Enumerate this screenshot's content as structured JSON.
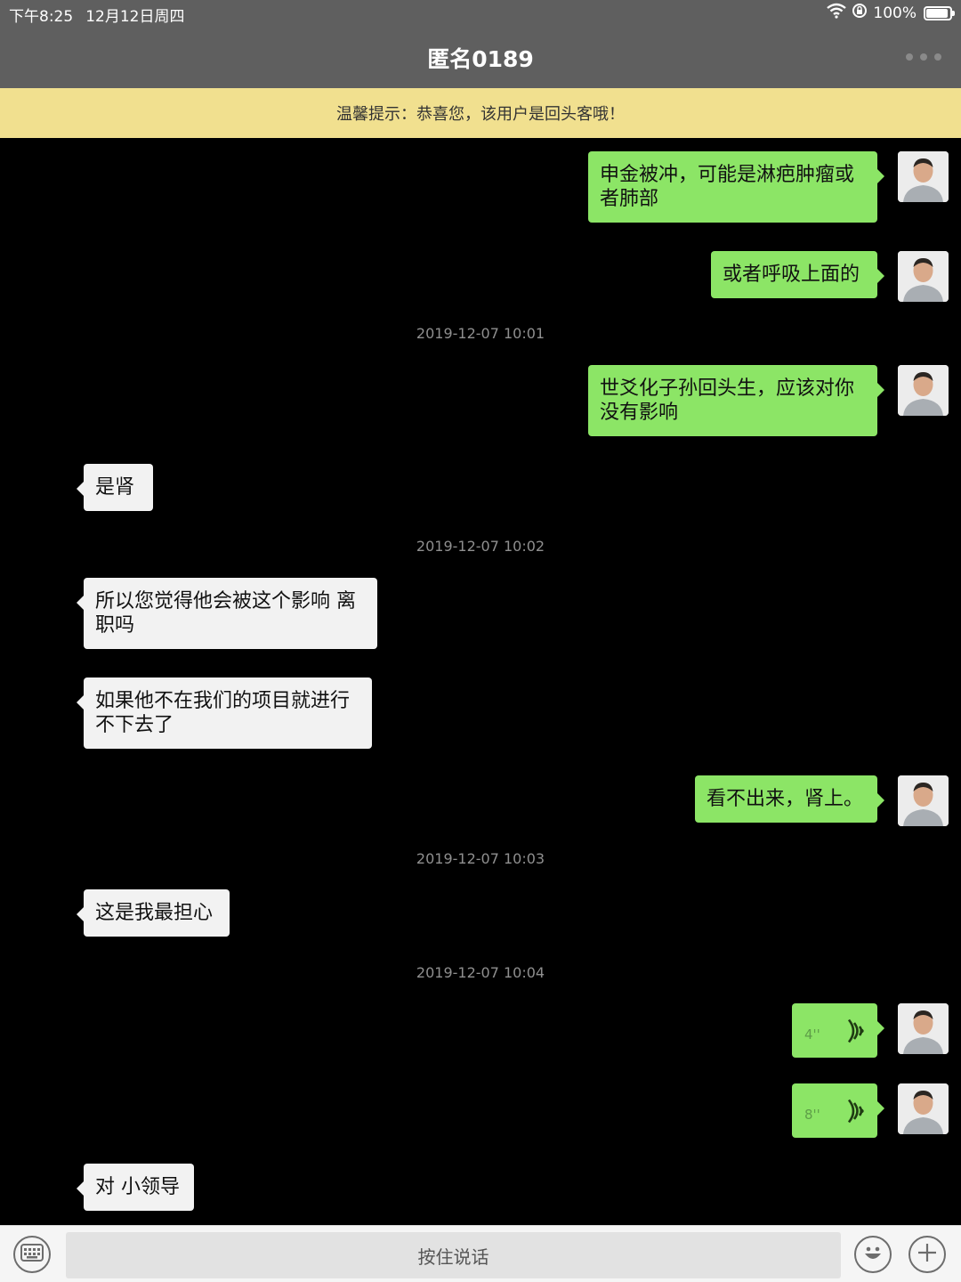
{
  "status_bar": {
    "time": "下午8:25",
    "date": "12月12日周四",
    "battery": "100%",
    "battery_level": 1.0,
    "icons": [
      "wifi-icon",
      "orientation-lock-icon",
      "battery-icon"
    ]
  },
  "header": {
    "title": "匿名0189",
    "more_icon": "more-dots-icon"
  },
  "notice": {
    "text": "温馨提示：恭喜您，该用户是回头客哦！"
  },
  "messages": [
    {
      "type": "text",
      "side": "out",
      "lines": [
        "申金被冲，可能是淋疤肿瘤或",
        "者肺部"
      ]
    },
    {
      "type": "text",
      "side": "out",
      "lines": [
        "或者呼吸上面的"
      ]
    },
    {
      "type": "time",
      "text": "2019-12-07 10:01"
    },
    {
      "type": "text",
      "side": "out",
      "lines": [
        "世爻化子孙回头生，应该对你",
        "没有影响"
      ]
    },
    {
      "type": "text",
      "side": "in",
      "lines": [
        "是肾"
      ]
    },
    {
      "type": "time",
      "text": "2019-12-07 10:02"
    },
    {
      "type": "text",
      "side": "in",
      "lines": [
        "所以您觉得他会被这个影响 离",
        "职吗"
      ]
    },
    {
      "type": "text",
      "side": "in",
      "lines": [
        "如果他不在我们的项目就进行",
        "不下去了"
      ]
    },
    {
      "type": "text",
      "side": "out",
      "lines": [
        "看不出来，肾上。"
      ]
    },
    {
      "type": "time",
      "text": "2019-12-07 10:03"
    },
    {
      "type": "text",
      "side": "in",
      "lines": [
        "这是我最担心"
      ]
    },
    {
      "type": "time",
      "text": "2019-12-07 10:04"
    },
    {
      "type": "voice",
      "side": "out",
      "duration": "4''"
    },
    {
      "type": "voice",
      "side": "out",
      "duration": "8''"
    },
    {
      "type": "text",
      "side": "in",
      "lines": [
        "对 小领导"
      ]
    }
  ],
  "input_bar": {
    "talk_label": "按住说话",
    "left_icon": "keyboard-icon",
    "emoji_icon": "emoji-icon",
    "add_icon": "plus-icon"
  },
  "colors": {
    "outgoing_bubble": "#8ce566",
    "incoming_bubble": "#f2f2f2",
    "notice_bg": "#f1e08f",
    "header_bg": "#5f5f5f"
  }
}
